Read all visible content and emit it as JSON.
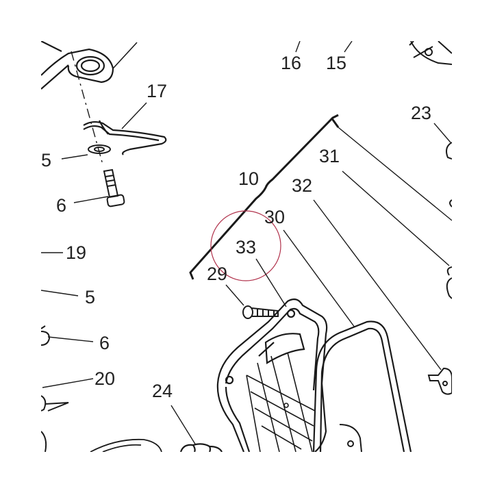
{
  "diagram": {
    "part_labels": {
      "p16": "16",
      "p15": "15",
      "p17": "17",
      "p23": "23",
      "p5a": "5",
      "p6a": "6",
      "p31": "31",
      "p10": "10",
      "p32": "32",
      "p30": "30",
      "p33": "33",
      "p19": "19",
      "p29": "29",
      "p5b": "5",
      "p6b": "6",
      "p20": "20",
      "p24": "24"
    },
    "highlight": {
      "target": "33",
      "color": "#b0304a"
    },
    "line_color": "#1a1a1a"
  }
}
